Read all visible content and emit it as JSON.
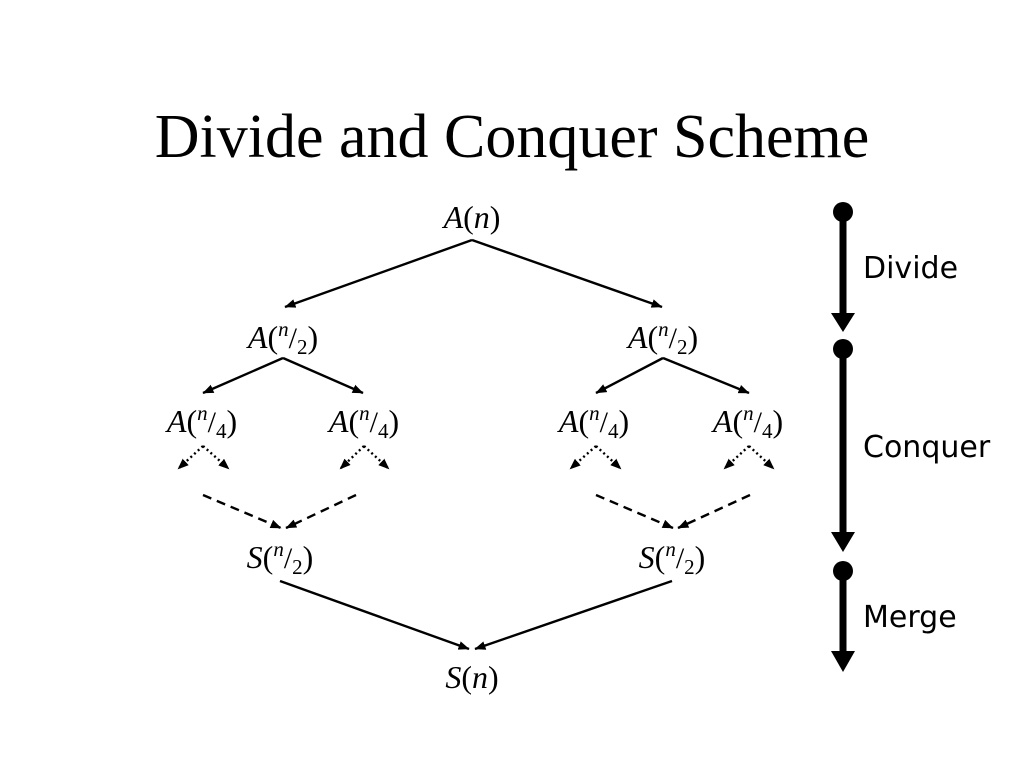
{
  "title": "Divide and Conquer Scheme",
  "notation": {
    "open": "(",
    "close": ")",
    "slash": "/"
  },
  "tree": {
    "root": {
      "func": "A",
      "arg": "n"
    },
    "level1": [
      {
        "func": "A",
        "num": "n",
        "den": "2"
      },
      {
        "func": "A",
        "num": "n",
        "den": "2"
      }
    ],
    "level2": [
      {
        "func": "A",
        "num": "n",
        "den": "4"
      },
      {
        "func": "A",
        "num": "n",
        "den": "4"
      },
      {
        "func": "A",
        "num": "n",
        "den": "4"
      },
      {
        "func": "A",
        "num": "n",
        "den": "4"
      }
    ],
    "merged": [
      {
        "func": "S",
        "num": "n",
        "den": "2"
      },
      {
        "func": "S",
        "num": "n",
        "den": "2"
      }
    ],
    "result": {
      "func": "S",
      "arg": "n"
    }
  },
  "phases": [
    {
      "label": "Divide"
    },
    {
      "label": "Conquer"
    },
    {
      "label": "Merge"
    }
  ],
  "colors": {
    "ink": "#000000",
    "background": "#ffffff"
  }
}
